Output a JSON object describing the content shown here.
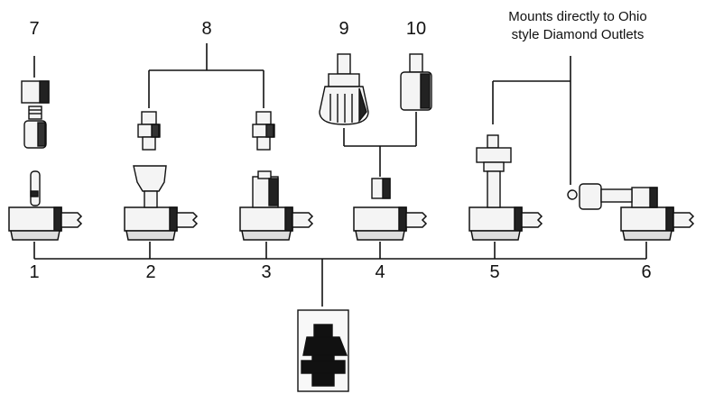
{
  "labels": {
    "n1": "1",
    "n2": "2",
    "n3": "3",
    "n4": "4",
    "n5": "5",
    "n6": "6",
    "n7": "7",
    "n8": "8",
    "n9": "9",
    "n10": "10"
  },
  "note": {
    "line1": "Mounts directly to Ohio",
    "line2": "style Diamond Outlets"
  },
  "colors": {
    "ink": "#111111",
    "metal": "#f4f4f4",
    "shadow": "#555555"
  }
}
